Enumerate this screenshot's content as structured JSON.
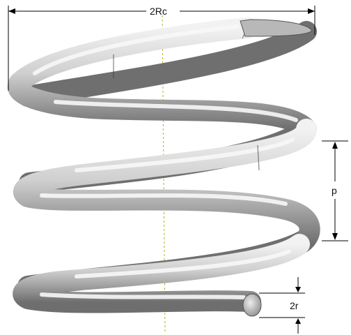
{
  "labels": {
    "diameter": "2Rc",
    "pitch": "p",
    "wire_diameter": "2r"
  },
  "colors": {
    "axis": "#b5b020",
    "dimension": "#000000",
    "coil_light": "#e6e6e6",
    "coil_dark": "#5a5a5a"
  }
}
